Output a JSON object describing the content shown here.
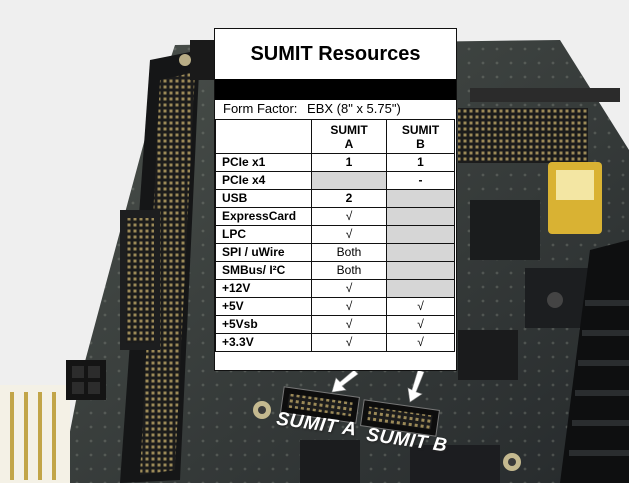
{
  "panel": {
    "title": "SUMIT Resources",
    "form_factor_label": "Form Factor:",
    "form_factor_value": "EBX (8\" x 5.75\")",
    "col_a_line1": "SUMIT",
    "col_a_line2": "A",
    "col_b_line1": "SUMIT",
    "col_b_line2": "B",
    "rows": [
      {
        "name": "PCIe x1",
        "a": "1",
        "b": "1",
        "a_shaded": false,
        "b_shaded": false,
        "a_bold": true,
        "b_bold": true
      },
      {
        "name": "PCIe x4",
        "a": "",
        "b": "-",
        "a_shaded": true,
        "b_shaded": false,
        "a_bold": false,
        "b_bold": true
      },
      {
        "name": "USB",
        "a": "2",
        "b": "",
        "a_shaded": false,
        "b_shaded": true,
        "a_bold": true,
        "b_bold": false
      },
      {
        "name": "ExpressCard",
        "a": "√",
        "b": "",
        "a_shaded": false,
        "b_shaded": true,
        "a_bold": false,
        "b_bold": false
      },
      {
        "name": "LPC",
        "a": "√",
        "b": "",
        "a_shaded": false,
        "b_shaded": true,
        "a_bold": false,
        "b_bold": false
      },
      {
        "name": "SPI / uWire",
        "a": "Both",
        "b": "",
        "a_shaded": false,
        "b_shaded": true,
        "a_bold": false,
        "b_bold": false
      },
      {
        "name": "SMBus/ I²C",
        "a": "Both",
        "b": "",
        "a_shaded": false,
        "b_shaded": true,
        "a_bold": false,
        "b_bold": false
      },
      {
        "name": "+12V",
        "a": "√",
        "b": "",
        "a_shaded": false,
        "b_shaded": true,
        "a_bold": false,
        "b_bold": false
      },
      {
        "name": "+5V",
        "a": "√",
        "b": "√",
        "a_shaded": false,
        "b_shaded": false,
        "a_bold": false,
        "b_bold": false
      },
      {
        "name": "+5Vsb",
        "a": "√",
        "b": "√",
        "a_shaded": false,
        "b_shaded": false,
        "a_bold": false,
        "b_bold": false
      },
      {
        "name": "+3.3V",
        "a": "√",
        "b": "√",
        "a_shaded": false,
        "b_shaded": false,
        "a_bold": false,
        "b_bold": false
      }
    ]
  },
  "connectors": {
    "label_a": "SUMIT A",
    "label_b": "SUMIT B"
  },
  "colors": {
    "pcb": "#3a3f3a",
    "pcb_dark": "#23272a",
    "shade": "#d6d6d6",
    "gold": "#d9b233"
  }
}
